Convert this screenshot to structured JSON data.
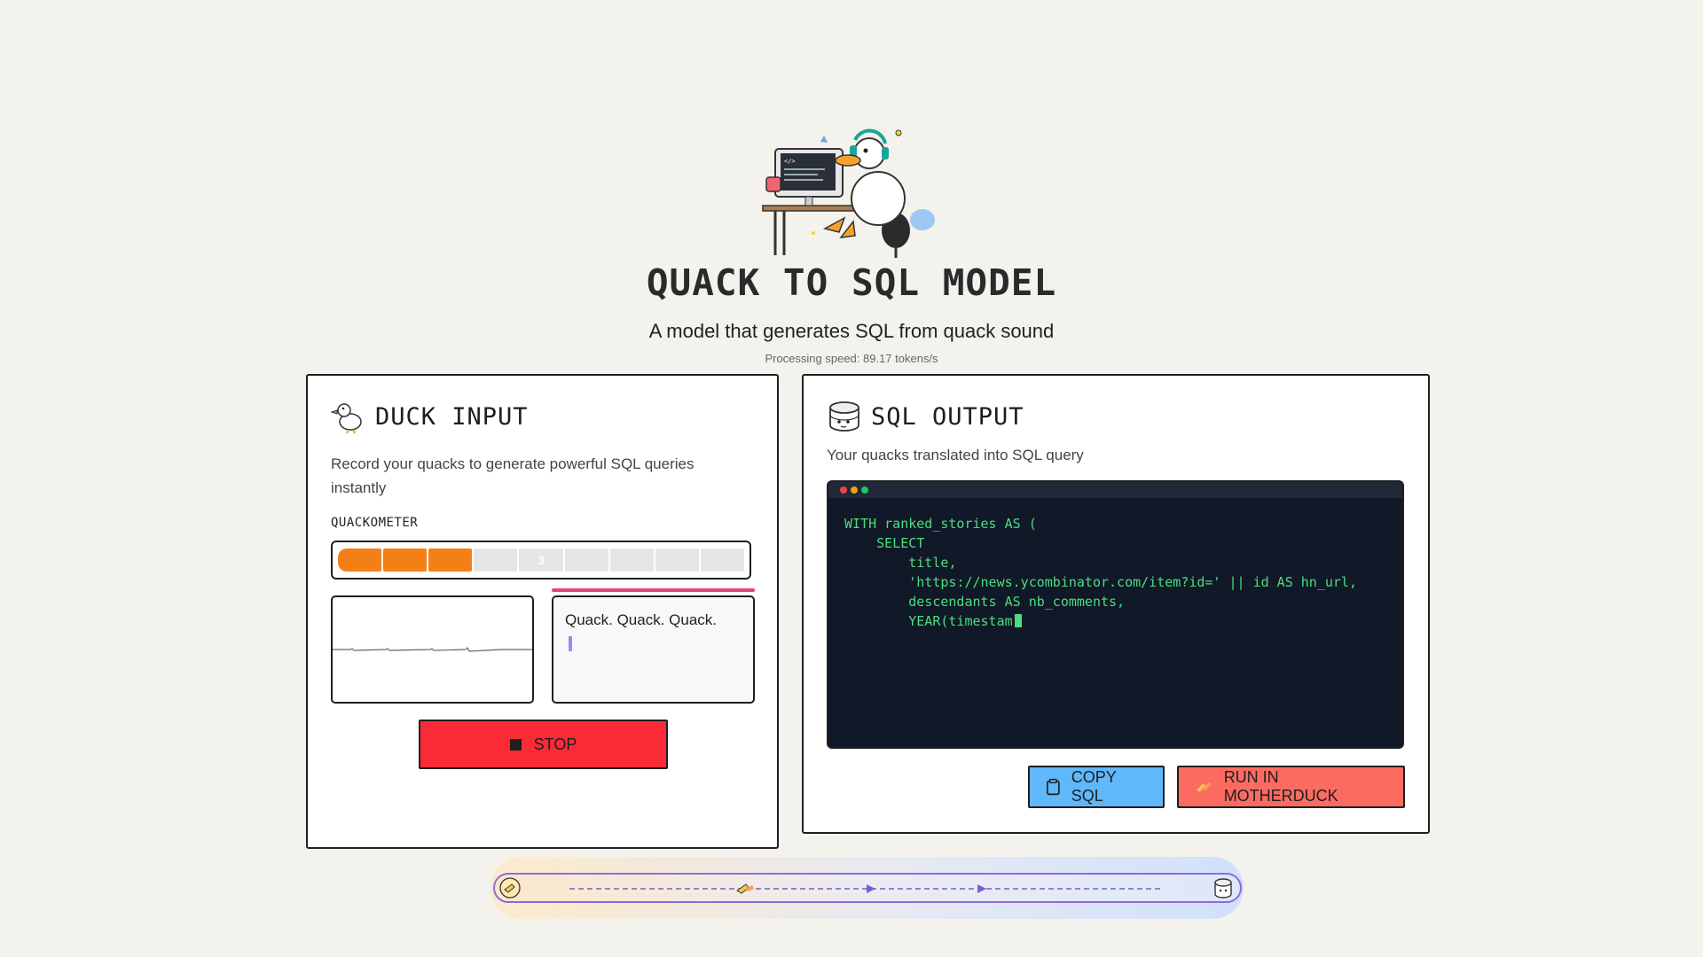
{
  "hero": {
    "title": "QUACK TO SQL MODEL",
    "subtitle": "A model that generates SQL from quack sound",
    "speed": "Processing speed: 89.17 tokens/s"
  },
  "input_card": {
    "title": "DUCK INPUT",
    "description": "Record your quacks to generate powerful SQL queries instantly",
    "quackometer_label": "QUACKOMETER",
    "quackometer": {
      "active_segments": 3,
      "total_segments": 9,
      "count_label": "3"
    },
    "transcript": "Quack. Quack. Quack.",
    "stop_label": "STOP"
  },
  "output_card": {
    "title": "SQL OUTPUT",
    "description": "Your quacks translated into SQL query",
    "sql": "WITH ranked_stories AS (\n    SELECT\n        title,\n        'https://news.ycombinator.com/item?id=' || id AS hn_url,\n        descendants AS nb_comments,\n        YEAR(timestam",
    "copy_label": "COPY SQL",
    "run_label": "RUN IN MOTHERDUCK"
  },
  "colors": {
    "background": "#f4f2ed",
    "meter_active": "#f57f17",
    "stop": "#fa2a36",
    "copy": "#60b7f9",
    "run": "#fb6b62",
    "terminal_bg": "#111827",
    "code_text": "#4ade80",
    "flow_border": "#8f6bd6"
  },
  "icons": {
    "hero": "duck-at-desk-illustration",
    "input": "duck-icon",
    "output": "database-icon",
    "copy": "clipboard-icon",
    "run": "motherduck-icon",
    "stop": "stop-square-icon"
  }
}
